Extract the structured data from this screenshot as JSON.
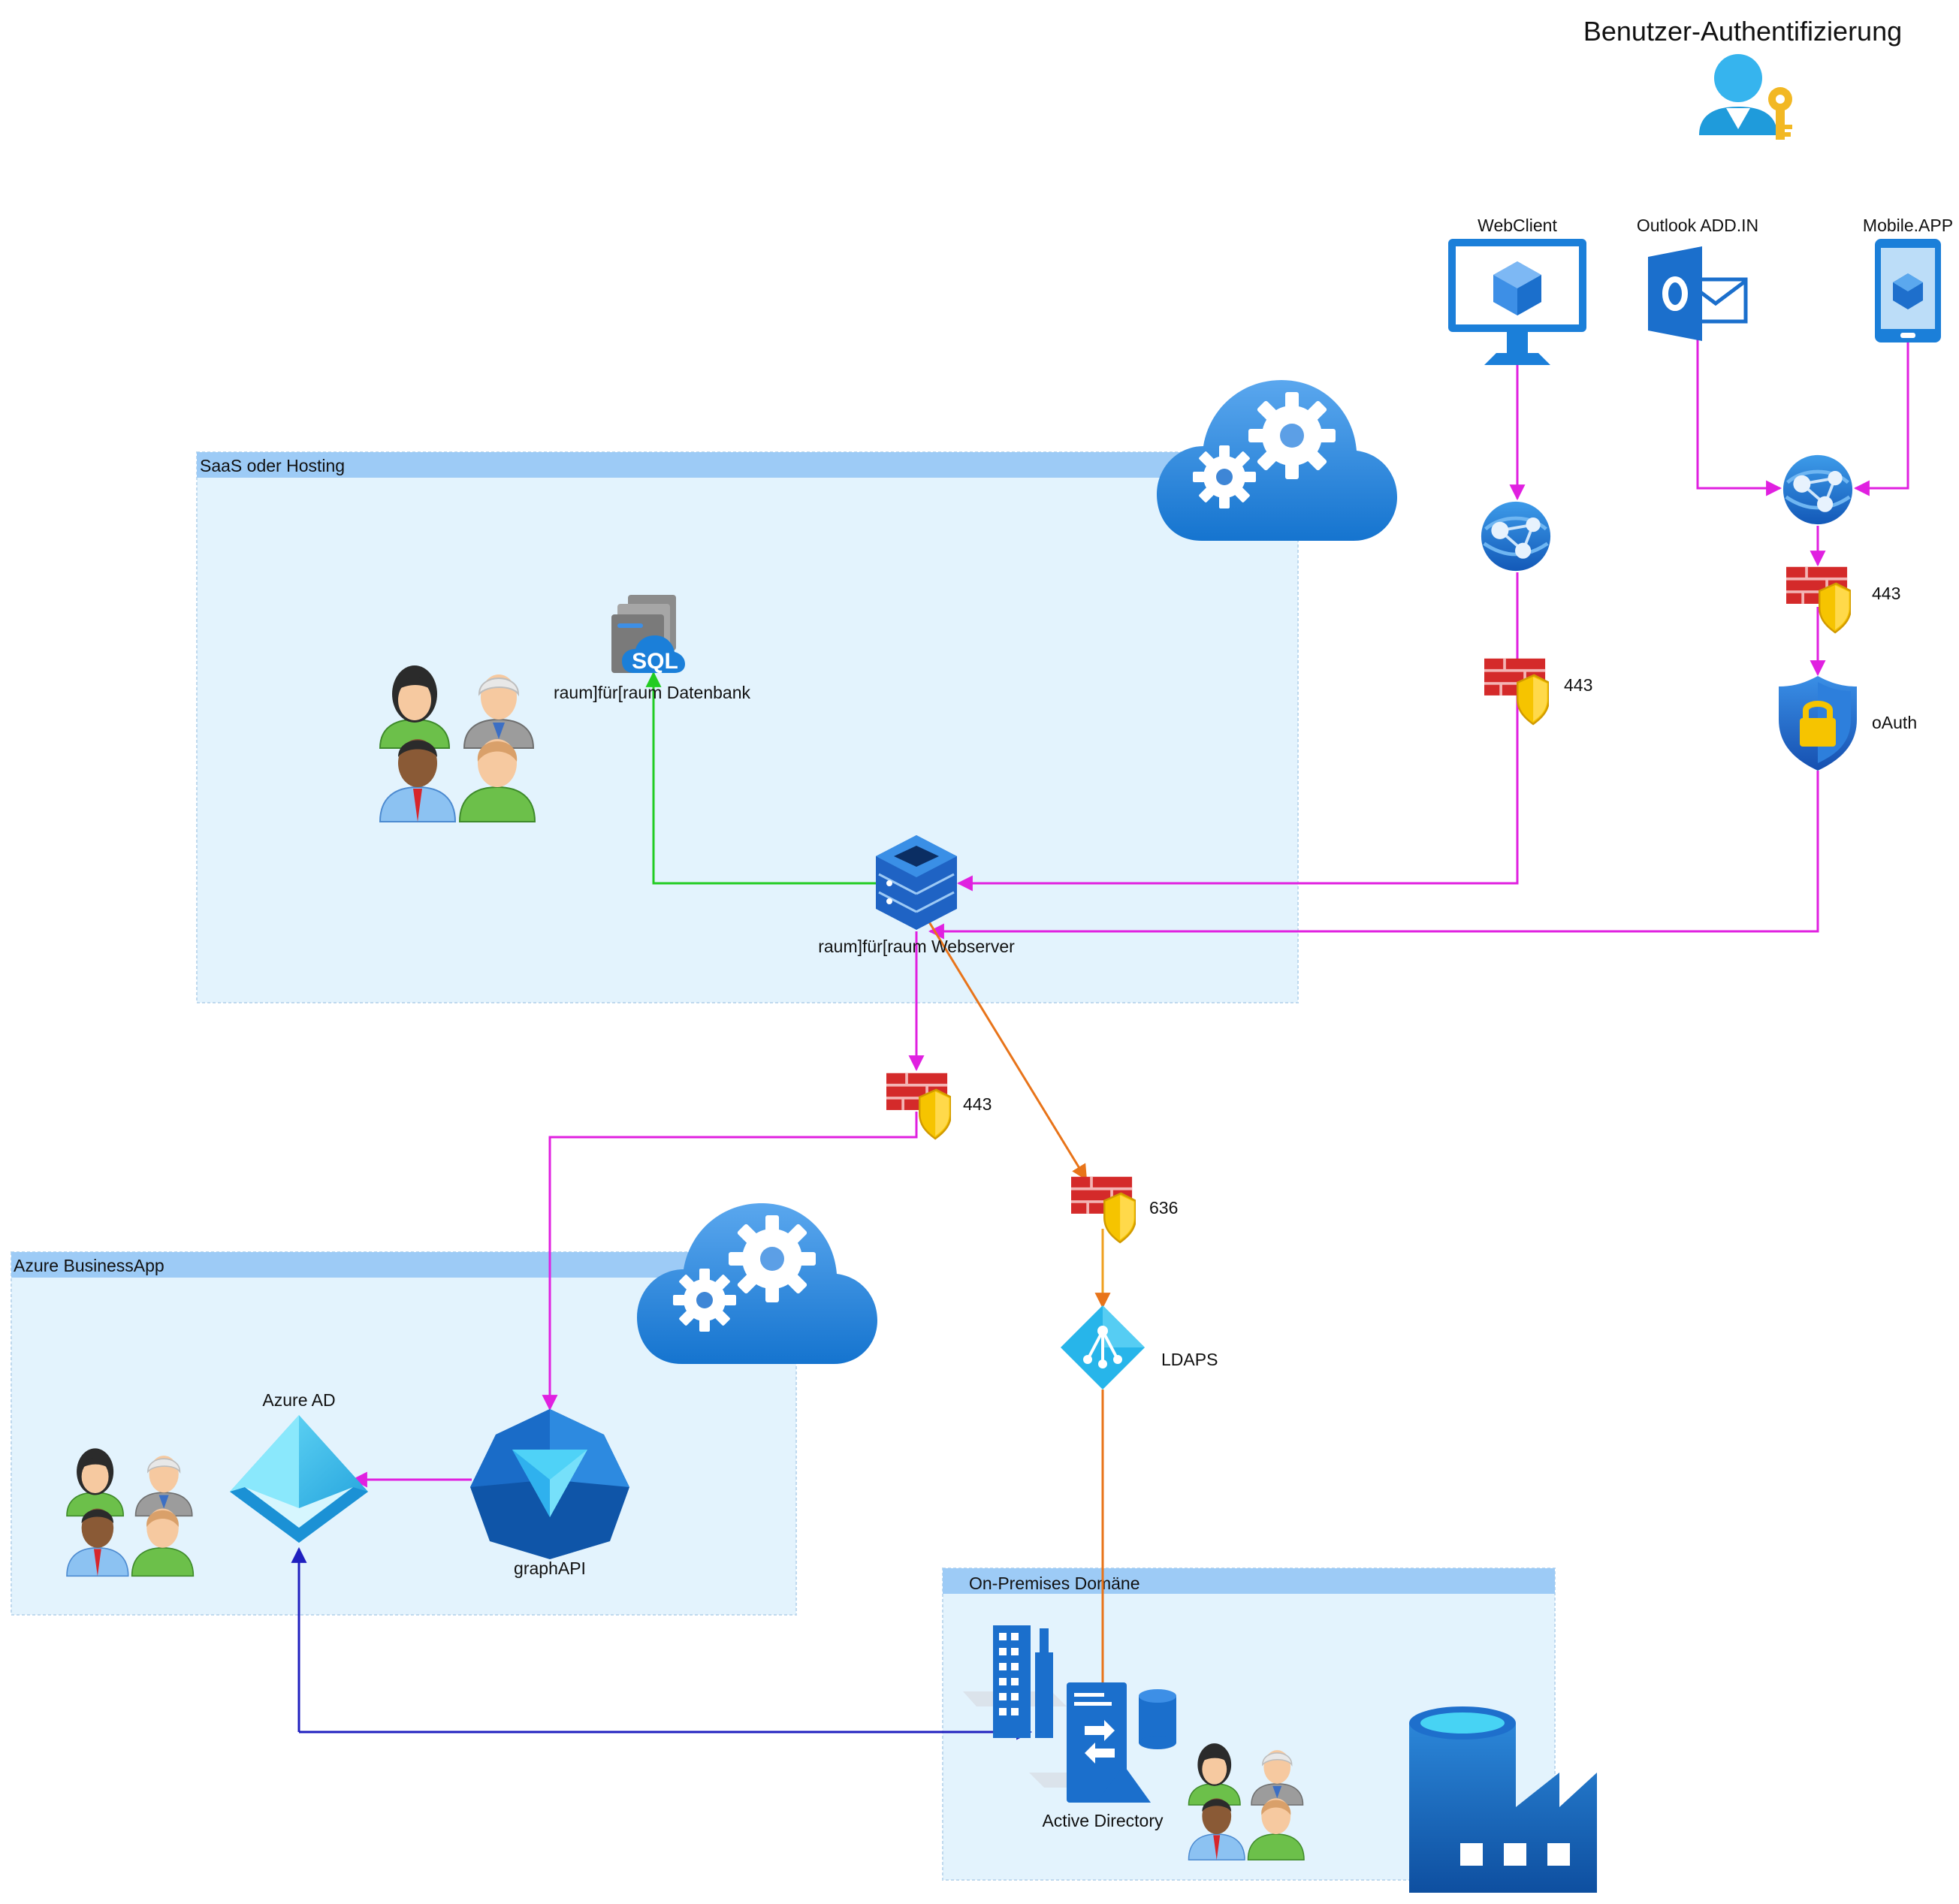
{
  "title": "Benutzer-Authentifizierung",
  "groups": {
    "saas": "SaaS oder Hosting",
    "azure": "Azure BusinessApp",
    "onprem": "On-Premises Domäne"
  },
  "clients": {
    "webclient": "WebClient",
    "outlook": "Outlook ADD.IN",
    "mobile": "Mobile.APP"
  },
  "nodes": {
    "datenbank": "raum]für[raum Datenbank",
    "webserver": "raum]für[raum Webserver",
    "oauth": "oAuth",
    "ldaps": "LDAPS",
    "azure_ad": "Azure AD",
    "graph_api": "graphAPI",
    "active_directory": "Active Directory"
  },
  "ports": {
    "webclient_fw": "443",
    "mobile_fw": "443",
    "webserver_fw": "443",
    "ldaps_fw": "636"
  },
  "colors": {
    "magenta": "#E020E0",
    "green": "#22CC22",
    "orange": "#E8741A",
    "orange_light": "#F0A020",
    "blue": "#1F1FBF",
    "group_fill": "#E3F3FD",
    "group_header": "#9DCBF6",
    "azure_blue": "#1B7FD9"
  },
  "icons": {
    "title": "user-key-icon",
    "webclient": "monitor-icon",
    "outlook": "outlook-icon",
    "mobile": "mobile-device-icon",
    "cloud": "cloud-gears-icon",
    "webapp": "web-app-icon",
    "firewall": "firewall-icon",
    "oauth": "shield-lock-icon",
    "sql": "sql-database-icon",
    "webserver": "server-stack-icon",
    "users": "users-group-icon",
    "ldaps": "ad-domain-services-icon",
    "azure_ad": "azure-ad-icon",
    "graph_api": "graph-api-icon",
    "active_directory": "active-directory-icon",
    "factory": "data-factory-icon"
  }
}
